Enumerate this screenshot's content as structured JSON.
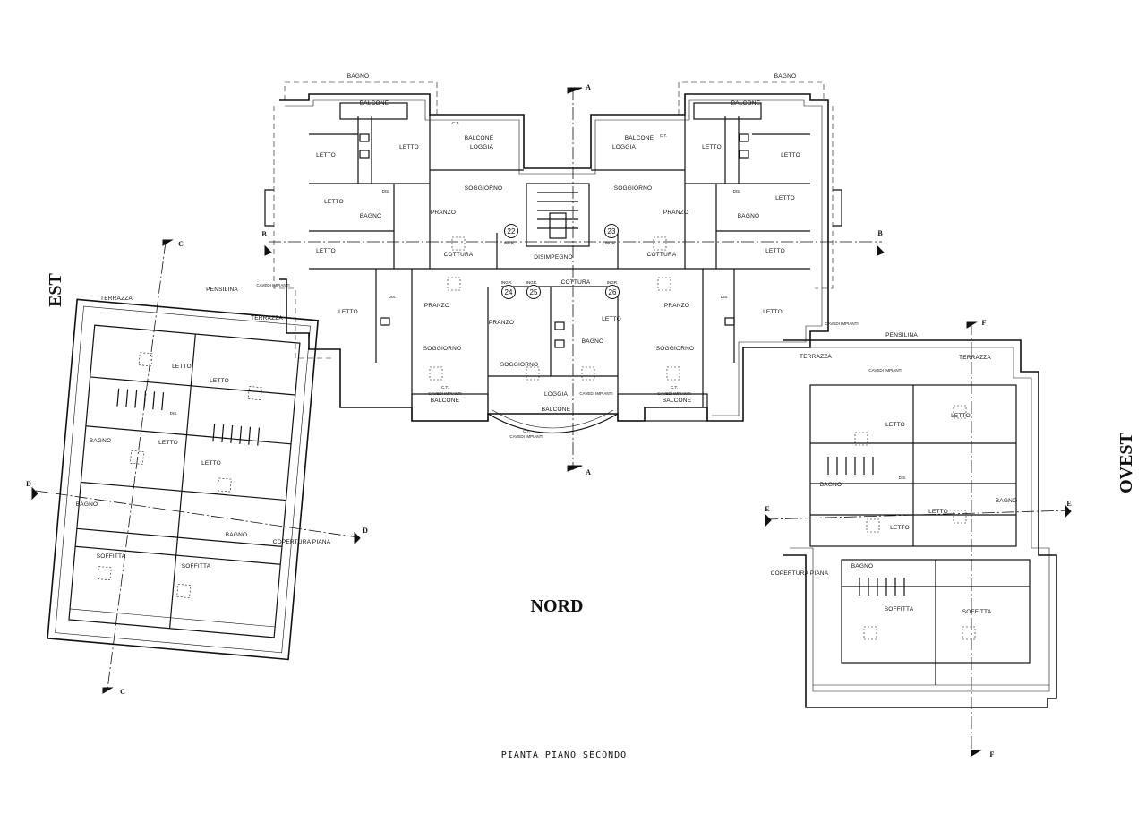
{
  "plan": {
    "title": "PIANTA PIANO SECONDO",
    "orientation": {
      "north": "NORD",
      "east": "EST",
      "west": "OVEST"
    },
    "sections": [
      "A",
      "A",
      "B",
      "B",
      "C",
      "C",
      "D",
      "D",
      "E",
      "E",
      "F",
      "F"
    ],
    "apartments": [
      "22",
      "23",
      "24",
      "25",
      "26"
    ],
    "rooms": [
      "BAGNO",
      "BAGNO",
      "BALCONE",
      "BALCONE",
      "LETTO",
      "LETTO",
      "LETTO",
      "LETTO",
      "BALCONE",
      "BALCONE",
      "LETTO",
      "LETTO",
      "SOGGIORNO",
      "SOGGIORNO",
      "PRANZO",
      "PRANZO",
      "LOGGIA",
      "LOGGIA",
      "COTTURA",
      "COTTURA",
      "COTTURA",
      "DISIMPEGNO",
      "LETTO",
      "LETTO",
      "LETTO",
      "LETTO",
      "PRANZO",
      "PRANZO",
      "PRANZO",
      "SOGGIORNO",
      "SOGGIORNO",
      "SOGGIORNO",
      "BAGNO",
      "BAGNO",
      "BAGNO",
      "LETTO",
      "LOGGIA",
      "BALCONE",
      "BALCONE",
      "BALCONE",
      "TERRAZZA",
      "TERRAZZA",
      "PENSILINA",
      "LETTO",
      "LETTO",
      "BAGNO",
      "LETTO",
      "LETTO",
      "BAGNO",
      "BAGNO",
      "SOFFITTA",
      "SOFFITTA",
      "COPERTURA PIANA",
      "TERRAZZA",
      "TERRAZZA",
      "PENSILINA",
      "LETTO",
      "LETTO",
      "BAGNO",
      "LETTO",
      "LETTO",
      "BAGNO",
      "BAGNO",
      "SOFFITTA",
      "SOFFITTA",
      "COPERTURA PIANA"
    ],
    "labels": {
      "ingr": "INGR.",
      "dis": "DIS.",
      "ct": "C.T.",
      "cavedi": "CAVEDI IMPIANTI"
    }
  }
}
